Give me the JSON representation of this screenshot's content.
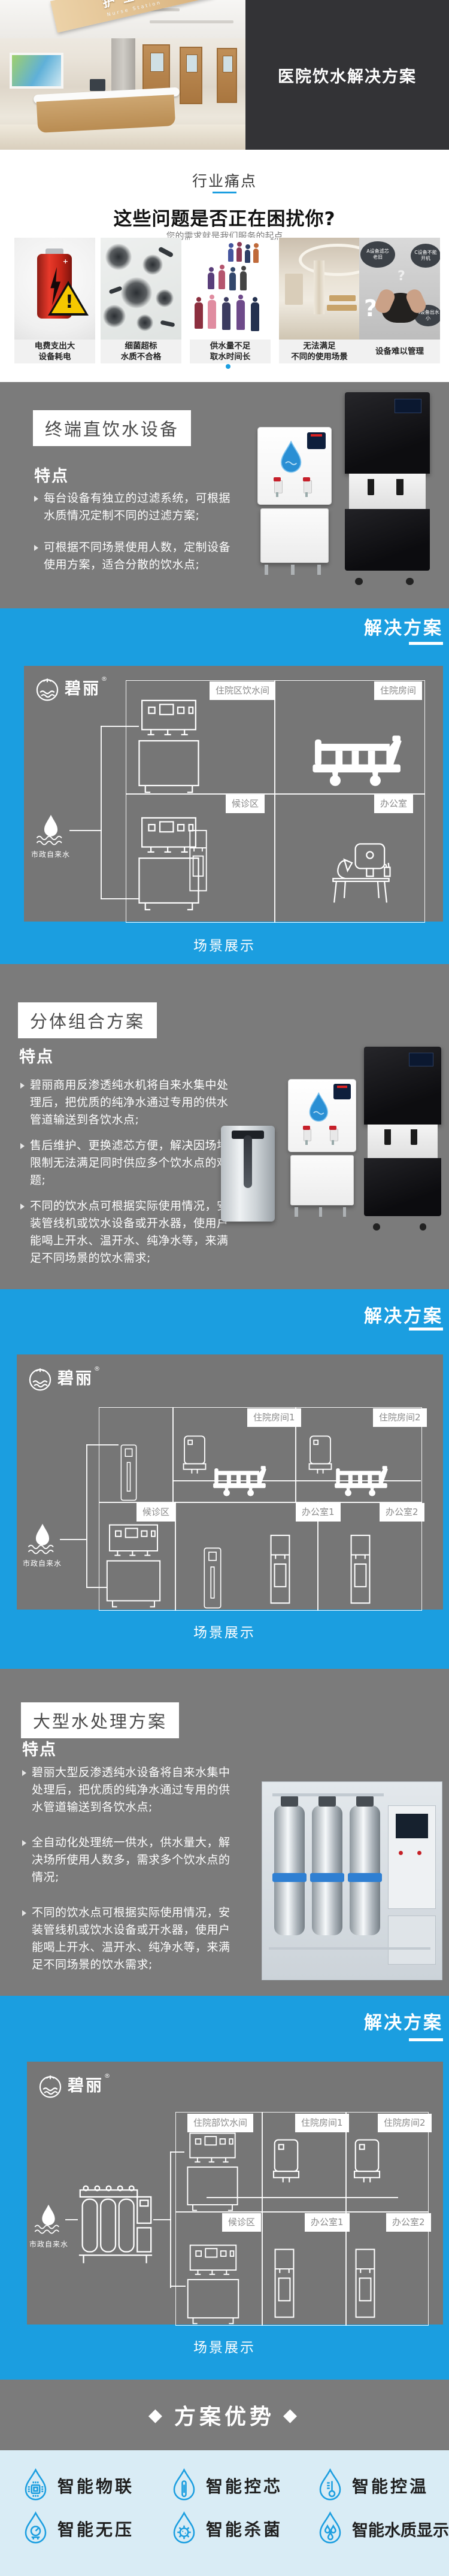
{
  "colors": {
    "accent_blue": "#1b9ee0",
    "section_gray": "#7b7b7b",
    "panel_gray": "#767676",
    "header_dark": "#333336",
    "caption_bg": "#f1f1f1",
    "footer_light_blue": "#d9ecf5"
  },
  "header": {
    "title": "医院饮水解决方案",
    "photo_sign": "护士站",
    "photo_sign_en": "Nurse Station"
  },
  "pain": {
    "section_title": "行业痛点",
    "headline": "这些问题是否正在困扰你?",
    "subhead": "您的需求就是我们服务的起点",
    "warning_mark": "!",
    "battery_plus": "+",
    "question_mark": "?",
    "cards": [
      {
        "line1": "电费支出大",
        "line2": "设备耗电"
      },
      {
        "line1": "细菌超标",
        "line2": "水质不合格"
      },
      {
        "line1": "供水量不足",
        "line2": "取水时间长"
      },
      {
        "line1": "无法满足",
        "line2": "不同的使用场景"
      },
      {
        "line1": "设备难以管理",
        "line2": ""
      }
    ],
    "card5_clouds": [
      "A设备滤芯老旧",
      "C设备不能开机",
      "B设备出水小"
    ]
  },
  "common": {
    "features_label": "特点",
    "banner": "解决方案",
    "caption": "场景展示",
    "brand": "碧丽",
    "brand_reg": "®",
    "source_label": "市政自来水",
    "advantage_diamond": "◆"
  },
  "solutions": [
    {
      "title": "终端直饮水设备",
      "bullets": [
        "每台设备有独立的过滤系统，可根据水质情况定制不同的过滤方案;",
        "可根据不同场景使用人数，定制设备使用方案，适合分散的饮水点;"
      ],
      "rooms": [
        "住院区饮水间",
        "住院房间",
        "候诊区",
        "办公室"
      ]
    },
    {
      "title": "分体组合方案",
      "bullets": [
        "碧丽商用反渗透纯水机将自来水集中处理后，把优质的纯净水通过专用的供水管道输送到各饮水点;",
        "售后维护、更换滤芯方便，解决因场地限制无法满足同时供应多个饮水点的难题;",
        "不同的饮水点可根据实际使用情况，安装管线机或饮水设备或开水器，使用户能喝上开水、温开水、纯净水等，来满足不同场景的饮水需求;"
      ],
      "rooms": [
        "住院房间1",
        "住院房间2",
        "候诊区",
        "办公室1",
        "办公室2"
      ]
    },
    {
      "title": "大型水处理方案",
      "bullets": [
        "碧丽大型反渗透纯水设备将自来水集中处理后，把优质的纯净水通过专用的供水管道输送到各饮水点;",
        "全自动化处理统一供水，供水量大，解决场所使用人数多，需求多个饮水点的情况;",
        "不同的饮水点可根据实际使用情况，安装管线机或饮水设备或开水器，使用户能喝上开水、温开水、纯净水等，来满足不同场景的饮水需求;"
      ],
      "rooms": [
        "住院部饮水间",
        "住院房间1",
        "住院房间2",
        "候诊区",
        "办公室1",
        "办公室2"
      ]
    }
  ],
  "advantages": {
    "title": "方案优势",
    "items": [
      "智能物联",
      "智能控芯",
      "智能控温",
      "智能无压",
      "智能杀菌",
      "智能水质显示"
    ]
  }
}
